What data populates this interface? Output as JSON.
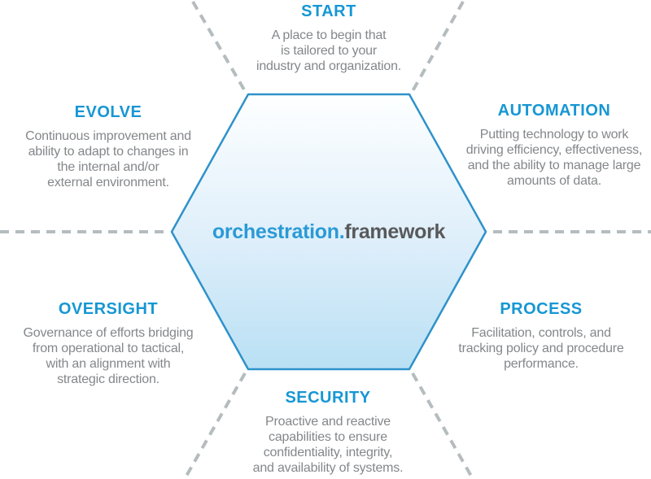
{
  "title": {
    "primary": "orchestration.",
    "secondary": "framework"
  },
  "sections": [
    {
      "id": "start",
      "label": "START",
      "description": "A place to begin that\nis tailored to your\nindustry and organization."
    },
    {
      "id": "automation",
      "label": "AUTOMATION",
      "description": "Putting technology to work\ndriving efficiency, effectiveness,\nand the ability to manage large\namounts of data."
    },
    {
      "id": "process",
      "label": "PROCESS",
      "description": "Facilitation, controls, and\ntracking policy and procedure\nperformance."
    },
    {
      "id": "security",
      "label": "SECURITY",
      "description": "Proactive and reactive\ncapabilities to ensure\nconfidentiality, integrity,\nand availability of systems."
    },
    {
      "id": "oversight",
      "label": "OVERSIGHT",
      "description": "Governance of efforts bridging\nfrom operational to tactical,\nwith an alignment with\nstrategic direction."
    },
    {
      "id": "evolve",
      "label": "EVOLVE",
      "description": "Continuous improvement and\nability to adapt to changes in\nthe internal and/or\nexternal environment."
    }
  ],
  "colors": {
    "heading_blue": "#1697d4",
    "body_gray": "#84878a",
    "center_blue": "#2a9ad6",
    "center_gray": "#58595b",
    "hex_border": "#2e92c9",
    "hex_fill_top": "#feffff",
    "hex_fill_bottom": "#b9e0f4",
    "dash_gray": "#b5bcbf"
  }
}
